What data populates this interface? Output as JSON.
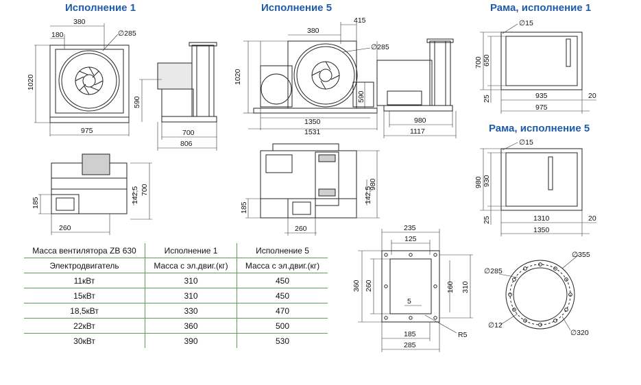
{
  "headings": {
    "ispolnenie1": "Исполнение 1",
    "ispolnenie5": "Исполнение 5",
    "rama1": "Рама, исполнение 1",
    "rama5": "Рама, исполнение 5"
  },
  "table": {
    "header": [
      "Масса вентилятора ZB 630",
      "Исполнение 1",
      "Исполнение 5"
    ],
    "subheader": [
      "Электродвигатель",
      "Масса с эл.двиг.(кг)",
      "Масса с эл.двиг.(кг)"
    ],
    "rows": [
      [
        "11кВт",
        "310",
        "450"
      ],
      [
        "15кВт",
        "310",
        "450"
      ],
      [
        "18,5кВт",
        "330",
        "470"
      ],
      [
        "22кВт",
        "360",
        "500"
      ],
      [
        "30кВт",
        "390",
        "530"
      ]
    ]
  },
  "dims": {
    "i1_front": {
      "d180": "180",
      "d380": "380",
      "dia285": "∅285",
      "h1020": "1020",
      "w975": "975"
    },
    "i1_side": {
      "h590": "590",
      "w700": "700",
      "w806": "806"
    },
    "i1_top": {
      "h700": "700",
      "h142": "142,5",
      "h185": "185",
      "w260": "260"
    },
    "i5_front": {
      "d380": "380",
      "d415": "415",
      "dia285": "∅285",
      "h1020": "1020",
      "w1350": "1350",
      "w1531": "1531",
      "h590": "590"
    },
    "i5_side": {
      "w980": "980",
      "w1117": "1117"
    },
    "i5_top": {
      "h980": "980",
      "h142": "142,5",
      "h185": "185",
      "w260": "260"
    },
    "frame1": {
      "dia15": "∅15",
      "h700": "700",
      "h650": "650",
      "h25": "25",
      "w935": "935",
      "w975": "975",
      "w20": "20"
    },
    "frame5": {
      "dia15": "∅15",
      "h980": "980",
      "h930": "930",
      "h25": "25",
      "w1310": "1310",
      "w1350": "1350",
      "w20": "20"
    },
    "flange_rect": {
      "w235": "235",
      "w125": "125",
      "h360": "360",
      "h260": "260",
      "h160": "160",
      "h310": "310",
      "d5": "5",
      "w185": "185",
      "w285": "285",
      "r5": "R5"
    },
    "flange_round": {
      "dia355": "∅355",
      "dia285": "∅285",
      "dia12": "∅12",
      "dia320": "∅320"
    }
  },
  "colors": {
    "heading": "#1f5ba8",
    "table_border": "#5aa05a"
  }
}
